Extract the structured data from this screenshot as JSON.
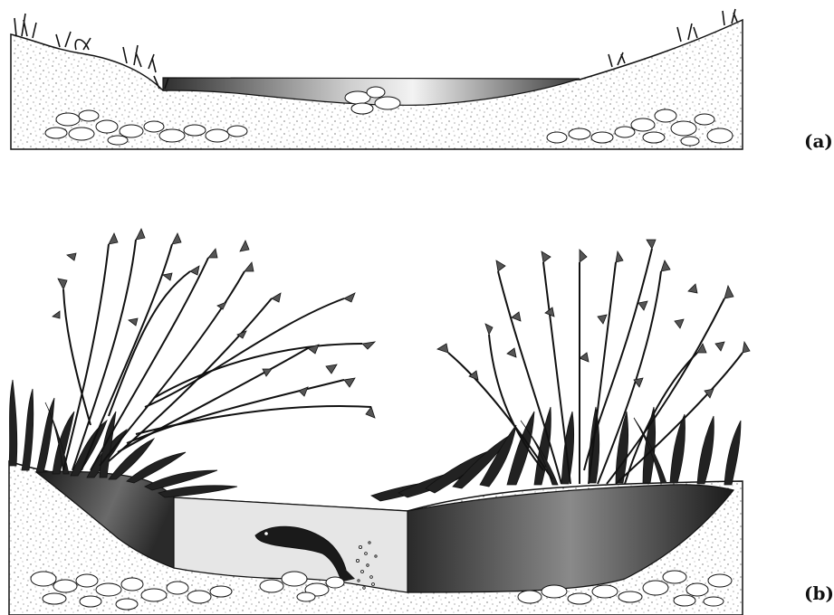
{
  "figure": {
    "panels": [
      {
        "id": "a",
        "label": "(a)"
      },
      {
        "id": "b",
        "label": "(b)"
      }
    ]
  },
  "colors": {
    "ink": "#111111",
    "soil_fill": "#ffffff",
    "water_light": "#e6e6e6",
    "water_dark": "#3a3a3a",
    "bank_dark": "#1e1e1e",
    "foliage": "#555555"
  }
}
